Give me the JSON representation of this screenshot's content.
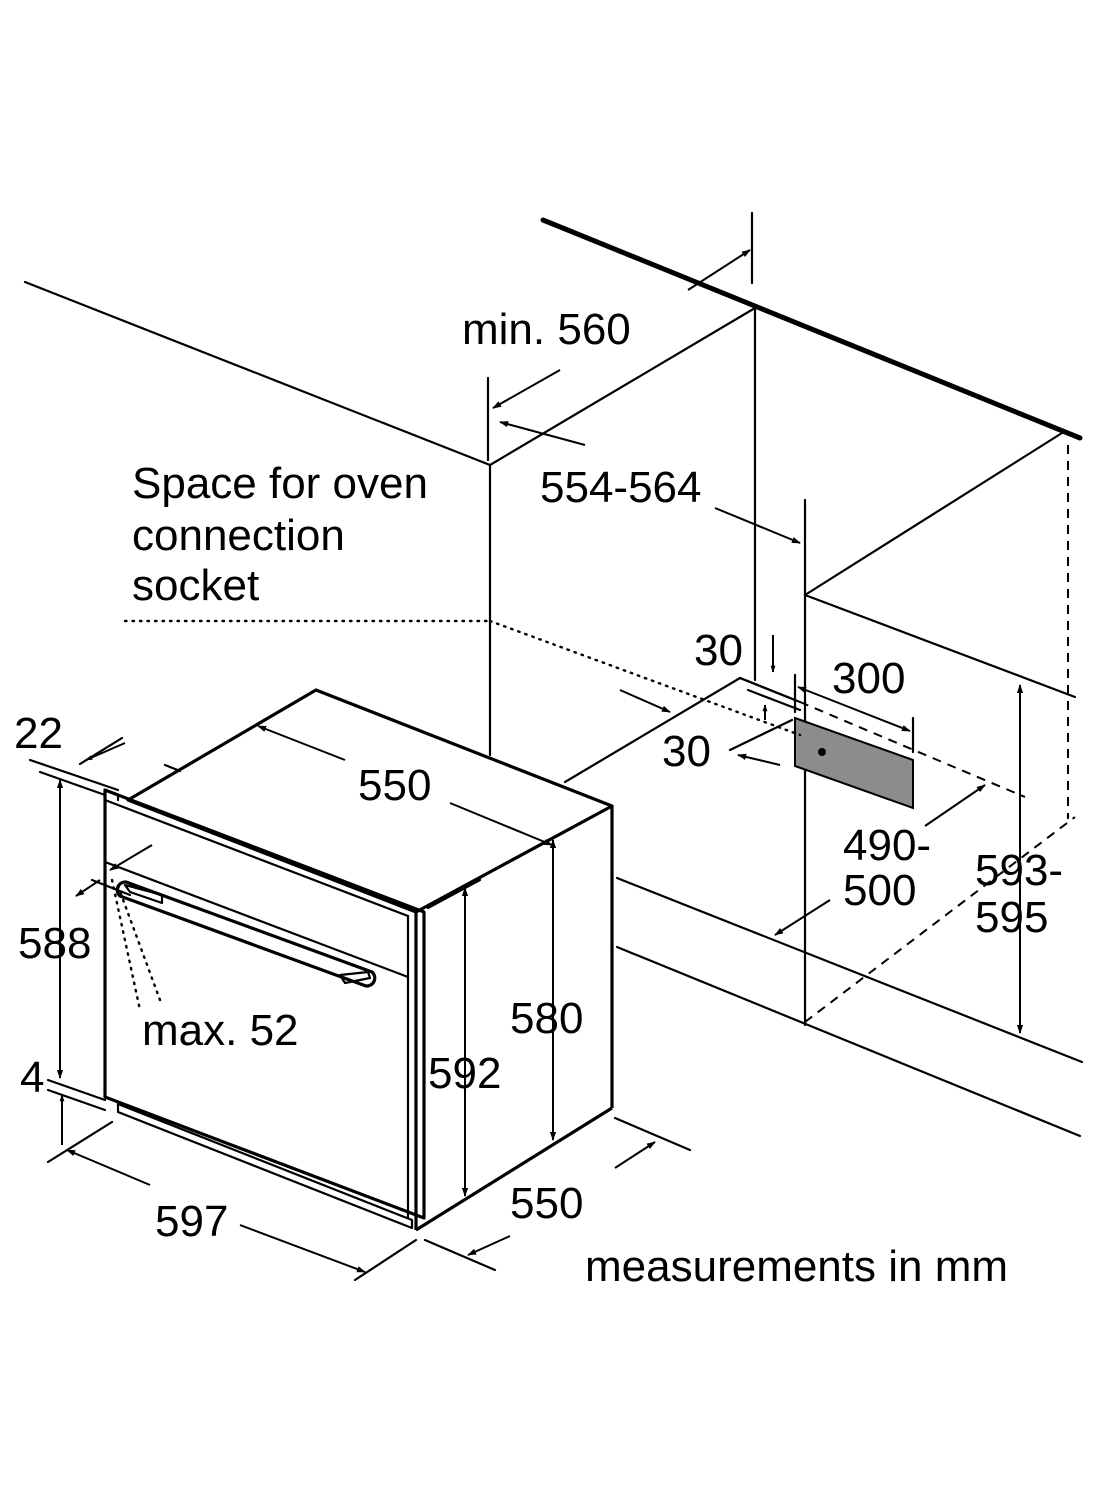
{
  "labels": {
    "min_560": "min. 560",
    "d_554_564": "554-564",
    "space_line1": "Space for oven",
    "space_line2": "connection",
    "space_line3": "socket",
    "d_30_top": "30",
    "d_300": "300",
    "d_30_mid": "30",
    "d_22": "22",
    "d_550_top": "550",
    "d_490": "490-",
    "d_500": "500",
    "d_593": "593-",
    "d_595": "595",
    "d_588": "588",
    "max_52": "max. 52",
    "d_580": "580",
    "d_592": "592",
    "d_4": "4",
    "d_597": "597",
    "d_550_bottom": "550",
    "units": "measurements in mm"
  },
  "colors": {
    "line": "#000000",
    "socket_fill": "#8c8c8c",
    "background": "#ffffff"
  }
}
